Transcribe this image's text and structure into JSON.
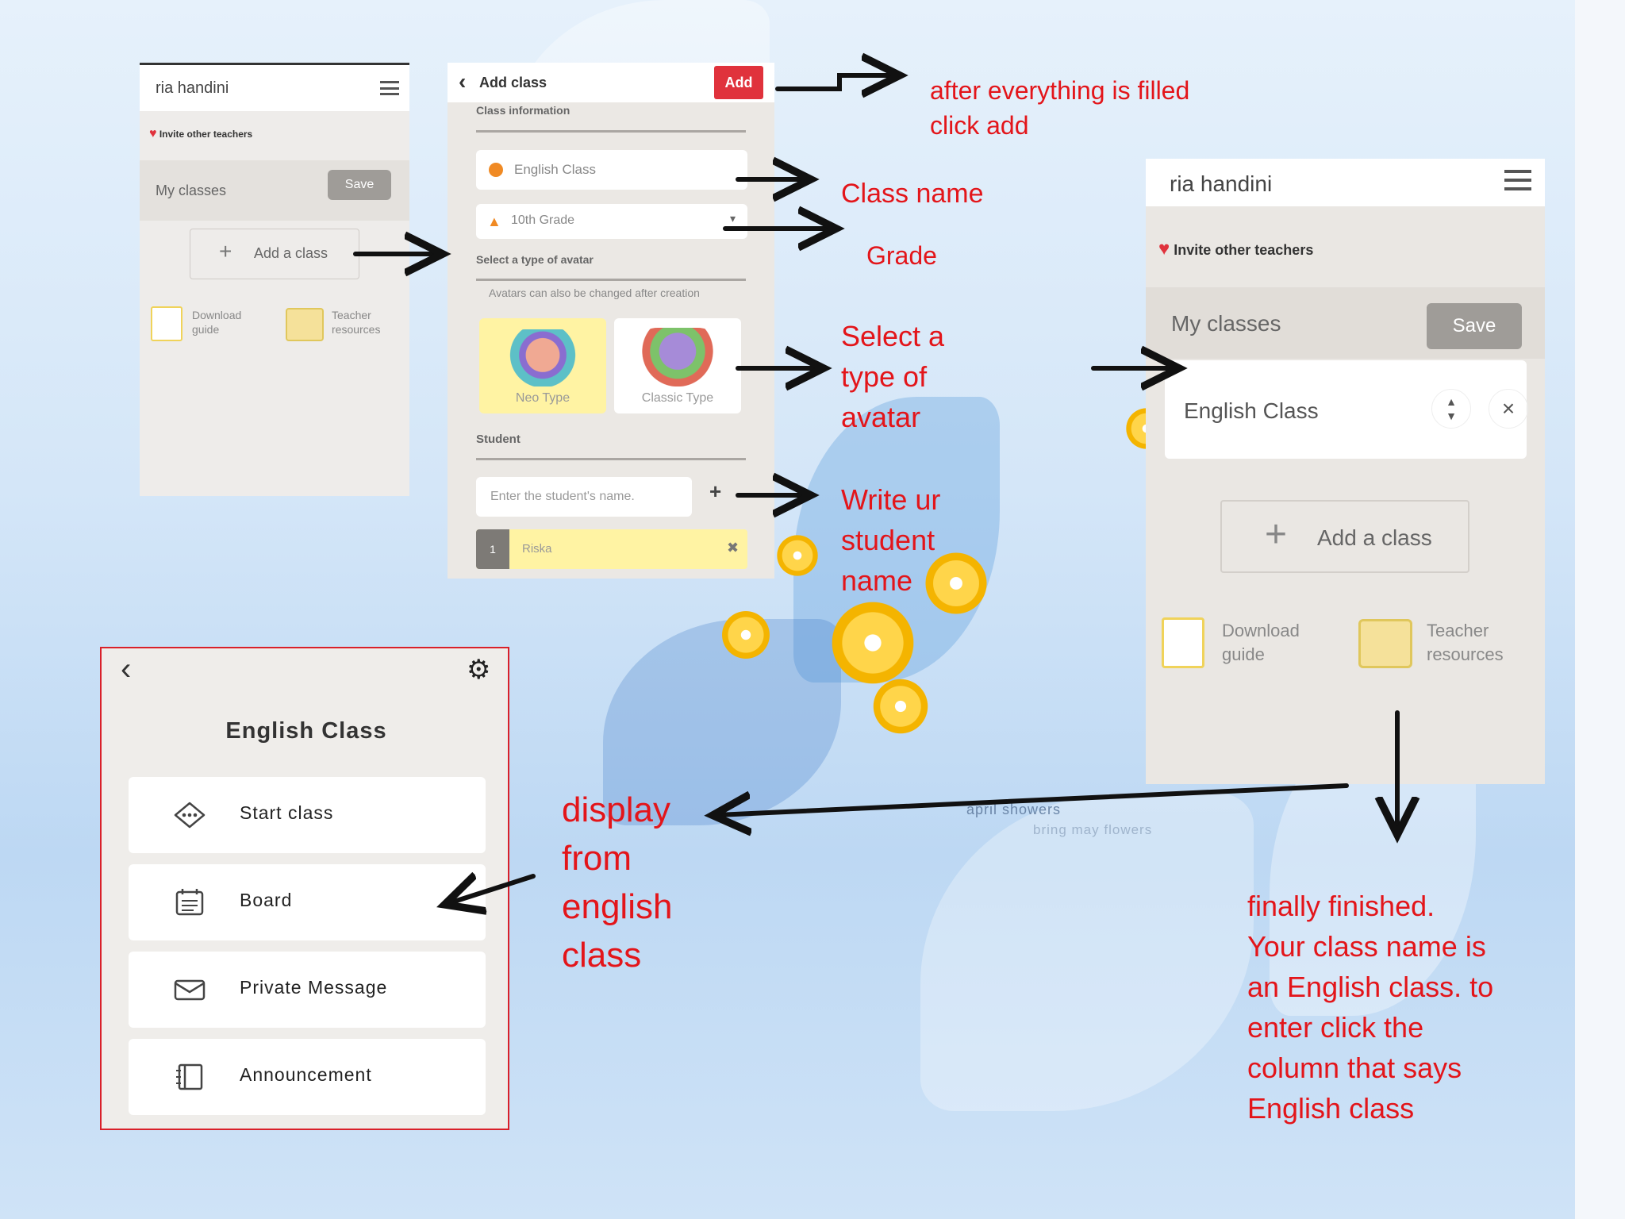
{
  "phone1": {
    "app_name": "ria handini",
    "invite": "Invite other teachers",
    "my_classes": "My classes",
    "save": "Save",
    "add_class": "Add a class",
    "download_guide": "Download guide",
    "teacher_resources": "Teacher resources"
  },
  "phone2": {
    "title": "Add class",
    "add_button": "Add",
    "section_class_info": "Class information",
    "class_name_value": "English Class",
    "grade_value": "10th Grade",
    "section_avatar": "Select a type of avatar",
    "avatar_hint": "Avatars can also be changed after creation",
    "avatar_neo": "Neo Type",
    "avatar_classic": "Classic Type",
    "section_student": "Student",
    "student_placeholder": "Enter the student's name.",
    "student_rows": [
      {
        "number": "1",
        "name": "Riska"
      }
    ]
  },
  "phone3": {
    "app_name": "ria handini",
    "invite": "Invite other teachers",
    "my_classes": "My classes",
    "save": "Save",
    "class_item": "English Class",
    "add_class": "Add a class",
    "download_guide": "Download guide",
    "teacher_resources": "Teacher resources"
  },
  "phone4": {
    "title": "English Class",
    "menu": [
      {
        "label": "Start class",
        "icon": "chat-dots-icon"
      },
      {
        "label": "Board",
        "icon": "calendar-board-icon"
      },
      {
        "label": "Private Message",
        "icon": "envelope-icon"
      },
      {
        "label": "Announcement",
        "icon": "book-icon"
      }
    ]
  },
  "annotations": {
    "after_filled": "after everything is filled\nclick add",
    "class_name": "Class name",
    "grade": "Grade",
    "select_avatar": "Select a\ntype of\navatar",
    "write_student": "Write ur\nstudent\nname",
    "display_from": "display\nfrom\nenglish\nclass",
    "finally": "finally finished.\nYour class name is\nan English class. to\nenter click the\ncolumn that says\nEnglish class"
  },
  "background_text": {
    "line1": "april showers",
    "line2": "bring may flowers"
  },
  "colors": {
    "annotation_red": "#e3151a",
    "add_red": "#e0323c",
    "highlight_yellow": "#fff3a3",
    "frame_red": "#d9202a"
  }
}
